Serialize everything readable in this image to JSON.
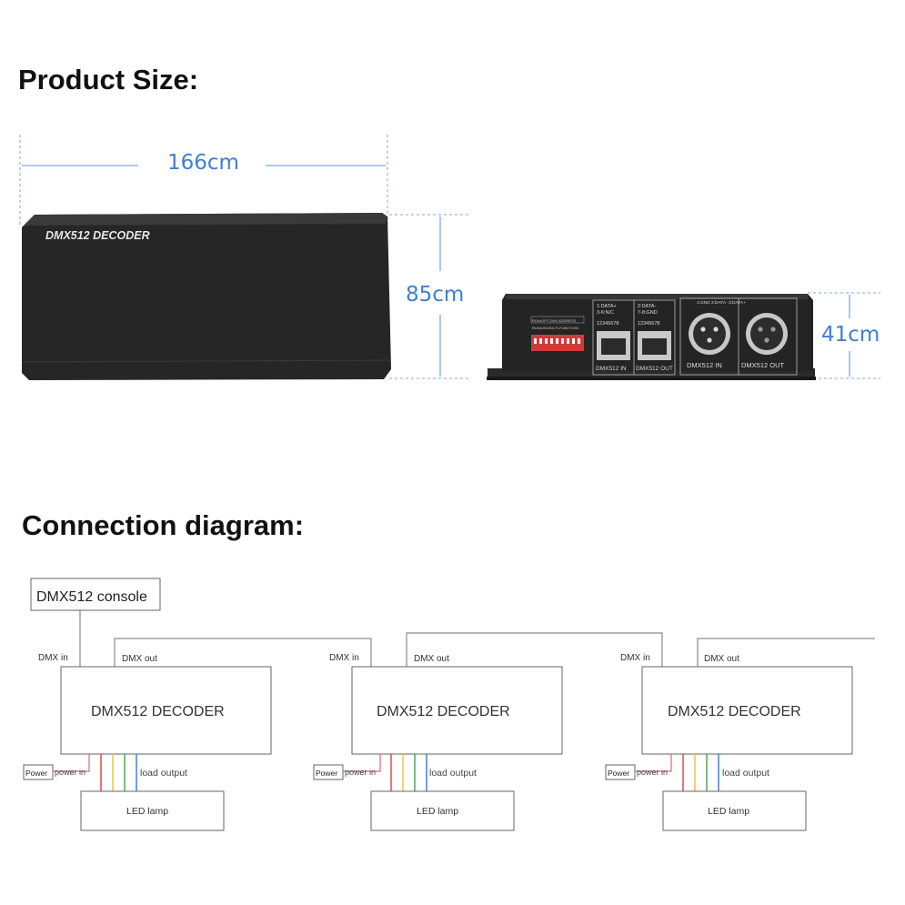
{
  "headings": {
    "size": "Product Size:",
    "connection": "Connection diagram:"
  },
  "dimensions": {
    "width": "166cm",
    "depth": "85cm",
    "height": "41cm"
  },
  "device_top": {
    "label": "DMX512   DECODER"
  },
  "device_front": {
    "rj45_group1": "1:DATA+\n3-6:N/C",
    "rj45_group2": "2:DATA-\n7-8:GND",
    "rj45_pins": "12345678",
    "xlr_pins": "1:GND   2:DATA-   3:DATA+",
    "dip_label_top": "RUN•OFF  DMX ADDRESS",
    "dip_label_bottom": "RUN•ON  MULTI-FUNCTION",
    "port_dmx_in_rj45": "DMX512 IN",
    "port_dmx_out_rj45": "DMX512 OUT",
    "port_dmx_in_xlr": "DMX512 IN",
    "port_dmx_out_xlr": "DMX512 OUT"
  },
  "diagram": {
    "console": "DMX512 console",
    "dmx_in": "DMX in",
    "dmx_out": "DMX out",
    "decoder": "DMX512 DECODER",
    "power": "Power",
    "power_in": "power in",
    "load_output": "load output",
    "led_lamp": "LED lamp"
  },
  "colors": {
    "dimension_blue": "#3f7fd0",
    "device_body": "#262626",
    "wire_red": "#e23b3b",
    "wire_yellow": "#e6c23a",
    "wire_green": "#3ba64a",
    "wire_blue": "#3b74d6"
  }
}
